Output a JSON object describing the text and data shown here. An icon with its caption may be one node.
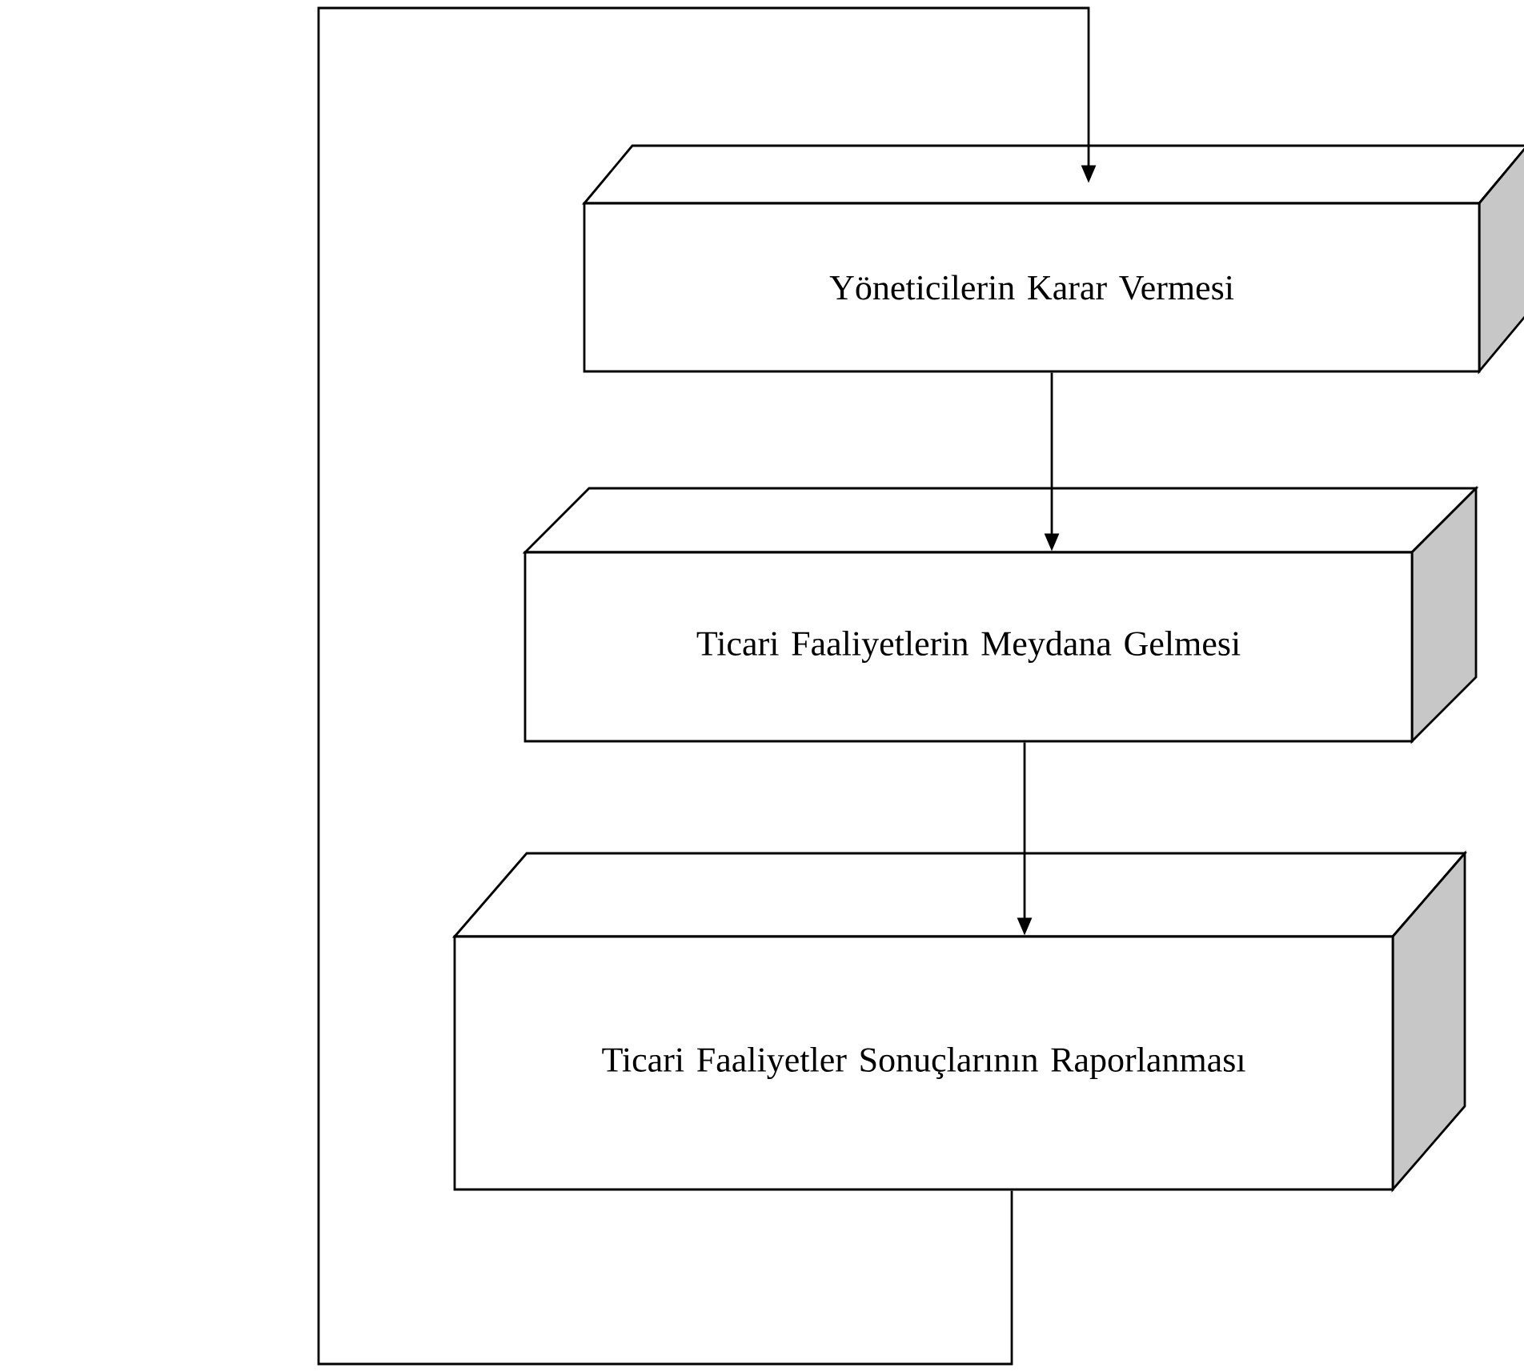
{
  "diagram": {
    "nodes": [
      {
        "text": [
          "Yöneticilerin Karar Vermesi"
        ]
      },
      {
        "text": [
          "Ticari Faaliyetlerin Meydana Gelmesi"
        ]
      },
      {
        "text": [
          "Ticari  Faaliyetler Sonuçlarının Raporlanması"
        ]
      }
    ],
    "edges": [
      {
        "from": 0,
        "to": 1,
        "arrow": "to"
      },
      {
        "from": 1,
        "to": 2,
        "arrow": "to"
      },
      {
        "from": 2,
        "to": 0,
        "arrow": "to"
      }
    ]
  }
}
